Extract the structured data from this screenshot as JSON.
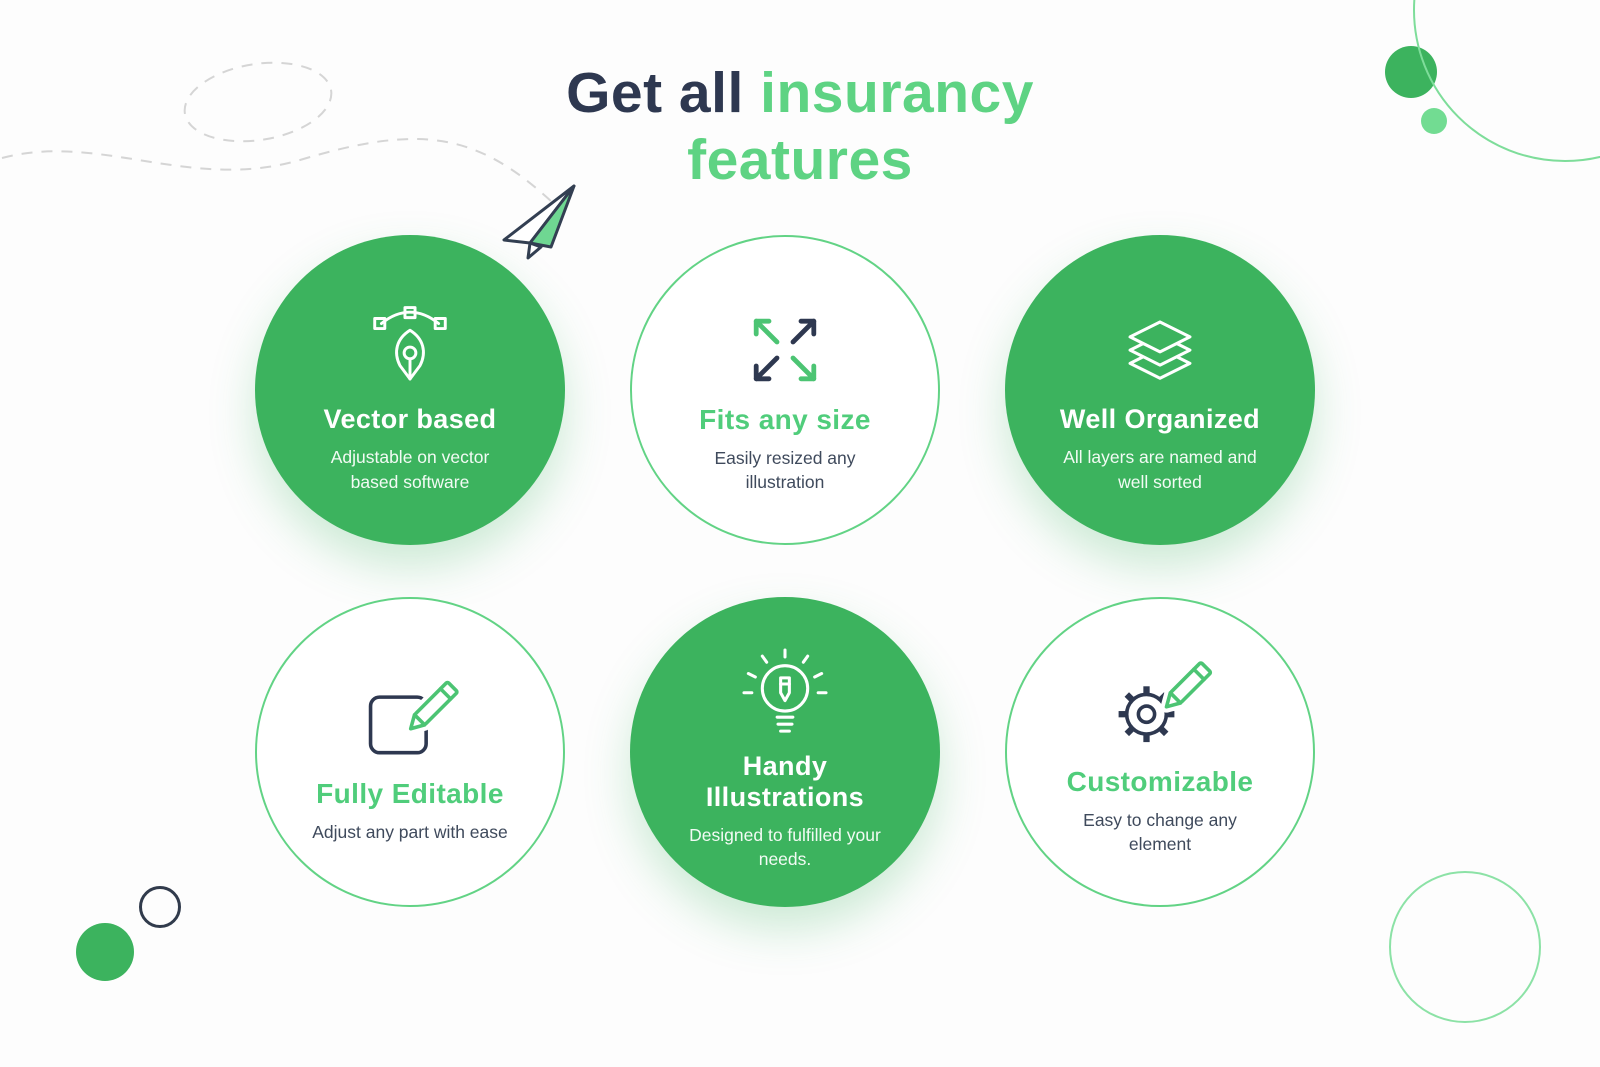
{
  "header": {
    "title_part1": "Get all",
    "title_part2": "insurancy",
    "title_line2": "features"
  },
  "features": [
    {
      "id": "vector-based",
      "title": "Vector based",
      "description": "Adjustable on vector based software",
      "variant": "filled",
      "icon": "pen-tool-icon"
    },
    {
      "id": "fits-any-size",
      "title": "Fits any size",
      "description": "Easily resized any illustration",
      "variant": "outlined",
      "icon": "resize-arrows-icon"
    },
    {
      "id": "well-organized",
      "title": "Well Organized",
      "description": "All layers are named and well sorted",
      "variant": "filled",
      "icon": "layers-icon"
    },
    {
      "id": "fully-editable",
      "title": "Fully Editable",
      "description": "Adjust any part with ease",
      "variant": "outlined",
      "icon": "edit-square-icon"
    },
    {
      "id": "handy-illustrations",
      "title": "Handy Illustrations",
      "description": "Designed to fulfilled your needs.",
      "variant": "filled",
      "icon": "lightbulb-pencil-icon"
    },
    {
      "id": "customizable",
      "title": "Customizable",
      "description": "Easy to change any element",
      "variant": "outlined",
      "icon": "gear-pencil-icon"
    }
  ],
  "colors": {
    "green_fill": "#3cb35e",
    "green_light_text": "#5ed383",
    "green_outline": "#62d385",
    "dark_navy": "#2e3850",
    "background": "#fdfdfd"
  }
}
